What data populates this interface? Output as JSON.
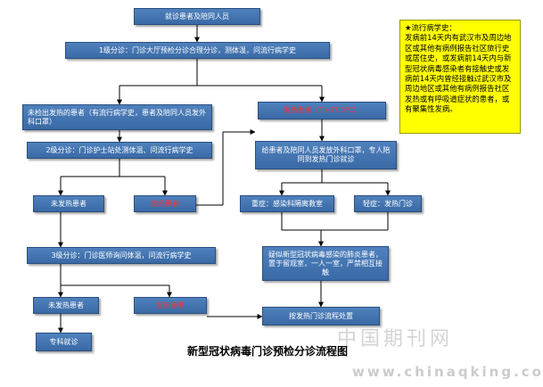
{
  "nodes": {
    "start": "就诊患者及陪同人员",
    "triage1": "1级分诊：门诊大厅预检分诊合理分诊，测体温，问流行病学史",
    "no_fever_1": "未检出发热的患者（有流行病学史，患者及陪同人员发外科口罩）",
    "fever_patient": "发热患者（T>37.3℃）",
    "triage2": "2级分诊：门诊护士站处测体温、问流行病学史",
    "mask_escort": "给患者及陪同人员发放外科口罩，专人陪同到发热门诊就诊",
    "no_fever_2": "未发热患者",
    "fever_2": "发热患者",
    "severe": "重症：感染科隔离救室",
    "mild": "轻症：发热门诊",
    "triage3": "3级分诊：门诊医师询问体温，问流行病学史",
    "suspected": "疑似新型冠状病毒感染的肺炎患者，置于留观室，一人一室，严禁相互接触",
    "no_fever_3": "未发热患者",
    "fever_3": "发热患者",
    "specialist": "专科就诊",
    "fever_process": "按发热门诊流程处置"
  },
  "note": {
    "heading": "★流行病学史：",
    "body": "发病前14天内有武汉市及周边地区或其他有病例报告社区旅行史或居住史，或发病前14天内与新型冠状病毒感染者有接触史或发病前14天内曾经接触过武汉市及周边地区或其他有病例报告社区发热或有呼吸道症状的患者，或有聚集性发病。"
  },
  "title": "新型冠状病毒门诊预检分诊流程图",
  "watermark": {
    "cn": "中国期刊网",
    "url": "www.chinaqking.com"
  },
  "colors": {
    "box_fill": "#4f81bd",
    "box_text": "#ffffff",
    "highlight_text": "#ff3030",
    "note_fill": "#ffff00",
    "line": "#000000"
  }
}
